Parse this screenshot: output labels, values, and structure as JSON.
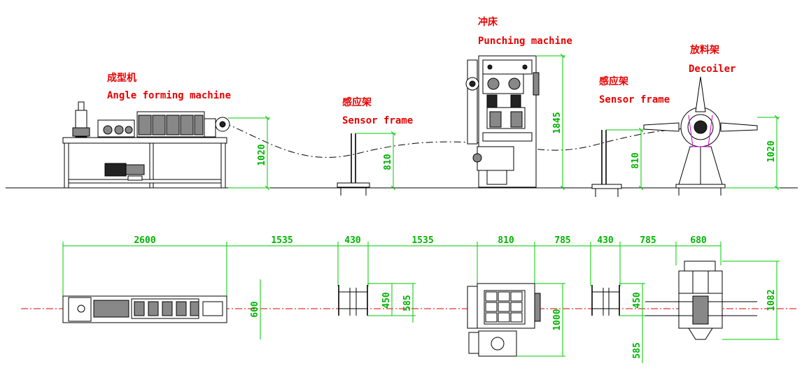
{
  "labels": {
    "forming_cn": "成型机",
    "forming_en": "Angle forming machine",
    "sensor1_cn": "感应架",
    "sensor1_en": "Sensor frame",
    "punch_cn": "冲床",
    "punch_en": "Punching machine",
    "sensor2_cn": "感应架",
    "sensor2_en": "Sensor frame",
    "decoiler_cn": "放料架",
    "decoiler_en": "Decoiler"
  },
  "elevation_dims": {
    "forming_height": "1020",
    "sensor1_height": "810",
    "punch_height": "1845",
    "sensor2_height": "810",
    "decoiler_height": "1020"
  },
  "plan_dims": {
    "forming_length": "2600",
    "gap1": "1535",
    "sensor1_width": "430",
    "gap2": "1535",
    "punch_width": "810",
    "gap3": "785",
    "sensor2_width": "430",
    "gap4": "785",
    "decoiler_width": "680",
    "forming_depth": "600",
    "sensor1_depth": "450",
    "sensor1_depth_total": "585",
    "punch_depth": "1000",
    "sensor2_depth": "450",
    "sensor2_offset": "585",
    "decoiler_depth": "1082"
  },
  "colors": {
    "label": "#e60000",
    "dimension": "#00b400",
    "line": "#000000",
    "centerline": "#e00000"
  }
}
